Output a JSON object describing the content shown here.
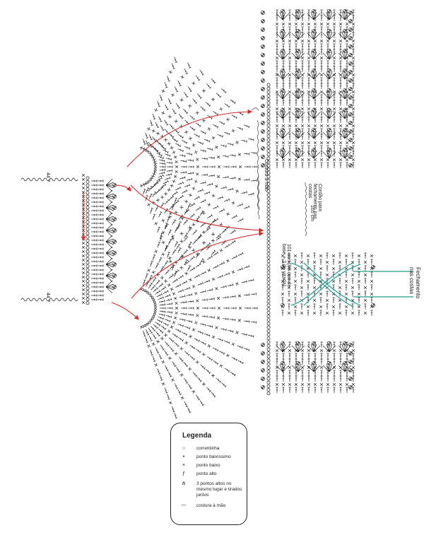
{
  "labels": {
    "top_left_chain": "44 ꟸ",
    "bottom_left_chain": "44 ꟸ",
    "costura_a_mao": "Costura à mão",
    "cordao_165": "165 cm",
    "cordao": "Cordão para fechamento nas costas",
    "corr_101": "101 corr (98 corr de base + 3 de virada)",
    "fechamento": "Fechamento nas costas"
  },
  "legend": {
    "title": "Legenda",
    "items": [
      {
        "icon": "chain-stitch-icon",
        "glyph": "○",
        "label": "correntinha"
      },
      {
        "icon": "slip-stitch-icon",
        "glyph": "•",
        "label": "ponto baixíssimo"
      },
      {
        "icon": "single-crochet-icon",
        "glyph": "×",
        "label": "ponto baixo"
      },
      {
        "icon": "double-crochet-icon",
        "glyph": "ƒ",
        "label": "ponto alto"
      },
      {
        "icon": "cluster-stitch-icon",
        "glyph": "⋔",
        "label": "3 pontos altos no mesmo lugar e tirados juntos"
      },
      {
        "icon": "hand-sewing-icon",
        "glyph": "〰",
        "label": "costura à mão"
      }
    ]
  },
  "colors": {
    "ink": "#222222",
    "red_arrow": "#d12a2a",
    "teal_lace": "#2a9d8f"
  }
}
